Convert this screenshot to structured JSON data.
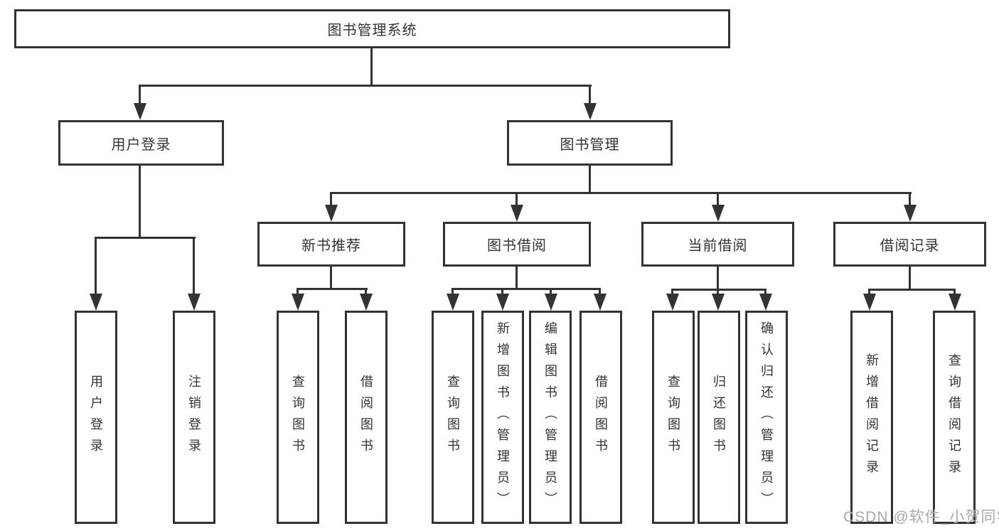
{
  "tree": {
    "root": "图书管理系统",
    "level2": [
      "用户登录",
      "图书管理"
    ],
    "level3": [
      "新书推荐",
      "图书借阅",
      "当前借阅",
      "借阅记录"
    ],
    "leaves_user_login": [
      "用户登录",
      "注销登录"
    ],
    "leaves_new_books": [
      "查询图书",
      "借阅图书"
    ],
    "leaves_book_borrow": [
      "查询图书",
      "新增图书（管理员）",
      "编辑图书（管理员）",
      "借阅图书"
    ],
    "leaves_current_borrow": [
      "查询图书",
      "归还图书",
      "确认归还（管理员）"
    ],
    "leaves_borrow_records": [
      "新增借阅记录",
      "查询借阅记录"
    ]
  },
  "watermark": "CSDN @软件_小贺同学",
  "colors": {
    "line": "#333333",
    "text": "#333333",
    "background": "#ffffff",
    "watermark": "#aaaaaa"
  }
}
